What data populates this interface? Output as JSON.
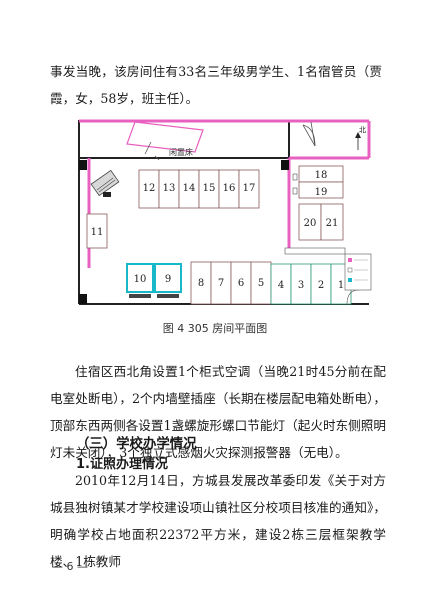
{
  "para1": "事发当晚，该房间住有33名三年级男学生、1名宿管员（贾霞，女，58岁，班主任）。",
  "figure": {
    "caption": "图 4   305 房间平面图",
    "closet_label": "闲置床",
    "beds_top": [
      "12",
      "13",
      "14",
      "15",
      "16",
      "17"
    ],
    "beds_right_top": [
      "18",
      "19"
    ],
    "beds_right_pair": [
      "20",
      "21"
    ],
    "bed_left": "11",
    "beds_bottom_cyan": [
      "10",
      "9"
    ],
    "beds_bottom": [
      "8",
      "7",
      "6",
      "5"
    ],
    "beds_bottom_right": [
      "4",
      "3",
      "2",
      "1"
    ],
    "north_label": "北"
  },
  "para2": "住宿区西北角设置1个柜式空调（当晚21时45分前在配电室处断电），2个内墙壁插座（长期在楼层配电箱处断电），顶部东西两侧各设置1盏螺旋形螺口节能灯（起火时东侧照明灯未关闭），3个独立式感烟火灾探测报警器（无电）。",
  "heading3": "（三）学校办学情况",
  "heading4": "1.证照办理情况",
  "para4": "2010年12月14日，方城县发展改革委印发《关于对方城县独树镇某才学校建设项山镇社区分校项目核准的通知》，明确学校占地面积22372平方米，建设2栋三层框架教学楼、1栋教师",
  "footer": "— 6 —"
}
